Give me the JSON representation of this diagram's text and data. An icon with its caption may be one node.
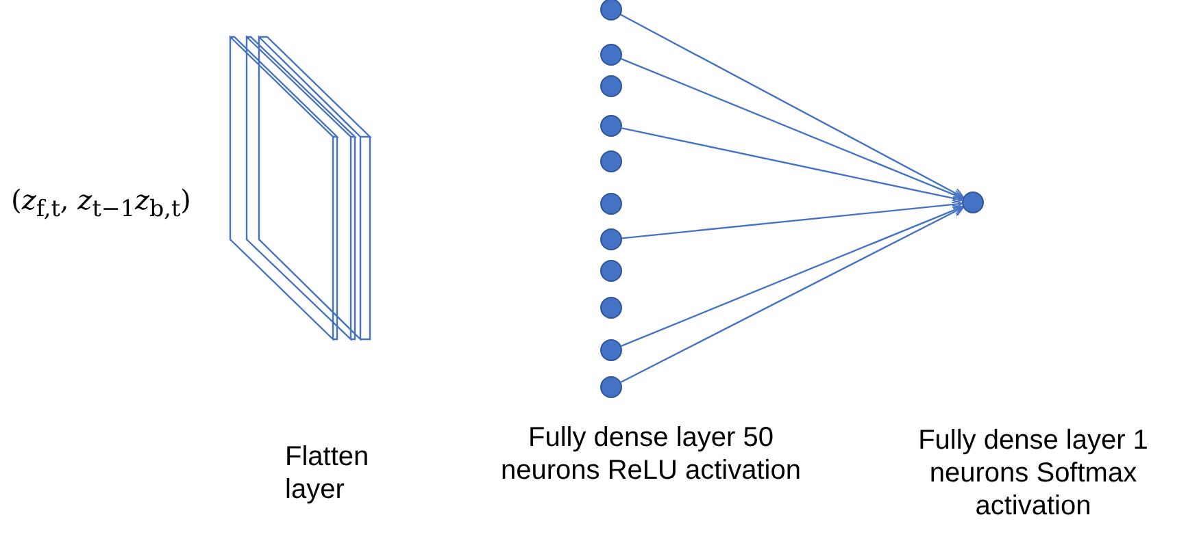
{
  "diagram": {
    "nodes": [
      {
        "text": [],
        "shape": "circle"
      },
      {
        "text": [],
        "shape": "circle"
      },
      {
        "text": [],
        "shape": "circle"
      },
      {
        "text": [],
        "shape": "circle"
      },
      {
        "text": [],
        "shape": "circle"
      },
      {
        "text": [],
        "shape": "circle"
      },
      {
        "text": [],
        "shape": "circle"
      },
      {
        "text": [],
        "shape": "circle"
      },
      {
        "text": [],
        "shape": "circle"
      },
      {
        "text": [],
        "shape": "circle"
      },
      {
        "text": [],
        "shape": "circle"
      },
      {
        "text": [],
        "shape": "circle"
      }
    ],
    "edges": [
      {
        "from": 0,
        "to": 11,
        "arrow": "to"
      },
      {
        "from": 1,
        "to": 11,
        "arrow": "to"
      },
      {
        "from": 3,
        "to": 11,
        "arrow": "to"
      },
      {
        "from": 6,
        "to": 11,
        "arrow": "to"
      },
      {
        "from": 9,
        "to": 11,
        "arrow": "to"
      },
      {
        "from": 10,
        "to": 11,
        "arrow": "to"
      }
    ],
    "labels": [
      "(*z*$_{f,t}$, *z*$_{t−1}$*z*$_{b,t}$)",
      "Flatten layer",
      "Fully dense layer 50 neurons ReLU activation",
      "Fully dense layer 1 neurons Softmax activation"
    ]
  }
}
